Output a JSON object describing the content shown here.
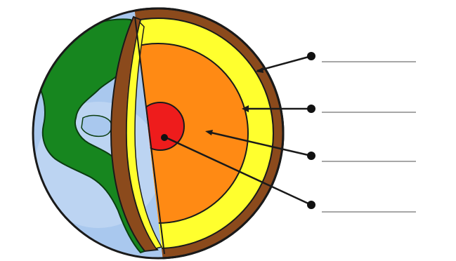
{
  "diagram": {
    "subject": "earth-interior-cross-section",
    "layers": [
      {
        "key": "crust",
        "color": "#8b4a1c"
      },
      {
        "key": "mantle",
        "color": "#ffff2e"
      },
      {
        "key": "outer-core",
        "color": "#ff8a14"
      },
      {
        "key": "inner-core",
        "color": "#ee1c1c"
      }
    ],
    "surface_colors": {
      "ocean": "#a9c8ee",
      "land": "#17861f"
    },
    "labels": [
      {
        "target": "crust",
        "text": ""
      },
      {
        "target": "mantle",
        "text": ""
      },
      {
        "target": "outer-core",
        "text": ""
      },
      {
        "target": "inner-core",
        "text": ""
      }
    ]
  }
}
